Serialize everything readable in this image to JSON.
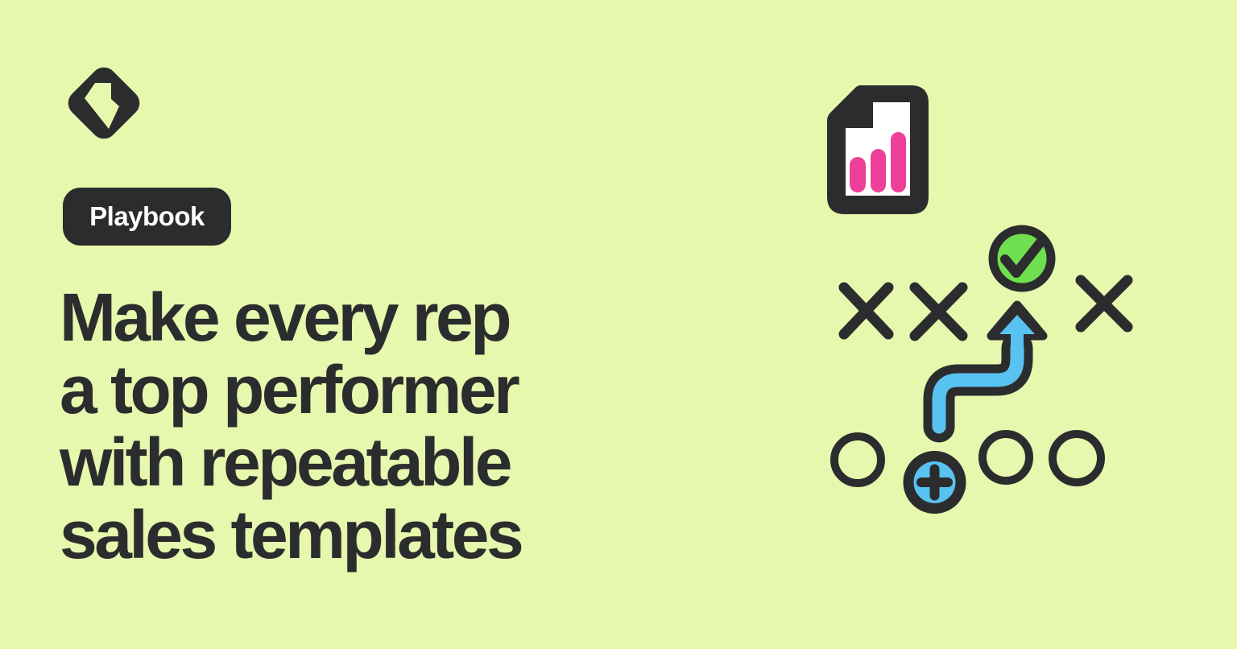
{
  "colors": {
    "background": "#e5f8ae",
    "ink": "#2c2c2e",
    "white": "#ffffff",
    "pink": "#ee3f9a",
    "blue": "#58c2f0",
    "green": "#6fdf4f"
  },
  "badge": {
    "label": "Playbook"
  },
  "heading": {
    "text": "Make every rep a top performer with repeatable sales templates",
    "lines": [
      "Make every rep",
      "a top performer",
      "with repeatable",
      "sales templates"
    ]
  },
  "icons": {
    "logo": "close-diamond-logo-icon",
    "document": "bar-chart-document-icon",
    "x_mark": "x-mark-icon",
    "o_mark": "o-mark-icon",
    "check": "check-circle-icon",
    "plus": "plus-circle-icon",
    "arrow": "route-arrow-icon"
  },
  "illustration": {
    "x_mark_count": 3,
    "o_mark_count": 3,
    "document_chart_bar_heights": [
      44,
      54,
      75
    ]
  }
}
